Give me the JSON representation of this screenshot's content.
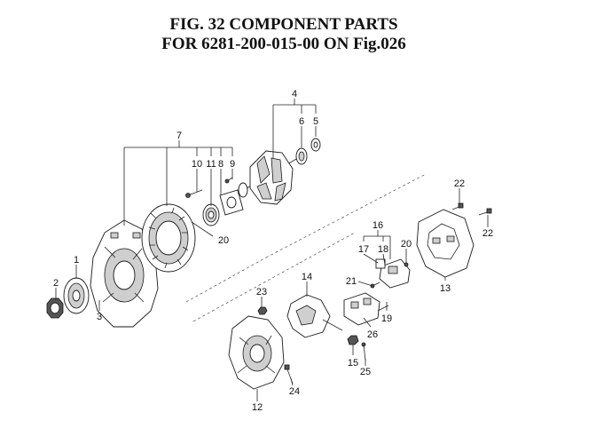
{
  "title": {
    "line1": "FIG. 32  COMPONENT PARTS",
    "line2": "FOR 6281-200-015-00 ON Fig.026"
  },
  "labels": {
    "n1": "1",
    "n2": "2",
    "n3": "3",
    "n4": "4",
    "n5": "5",
    "n6": "6",
    "n7": "7",
    "n8": "8",
    "n9": "9",
    "n10": "10",
    "n11": "11",
    "n12": "12",
    "n13": "13",
    "n14": "14",
    "n15": "15",
    "n16": "16",
    "n17": "17",
    "n18": "18",
    "n19": "19",
    "n20a": "20",
    "n20b": "20",
    "n21": "21",
    "n22a": "22",
    "n22b": "22",
    "n23": "23",
    "n24": "24",
    "n25": "25",
    "n26": "26"
  }
}
